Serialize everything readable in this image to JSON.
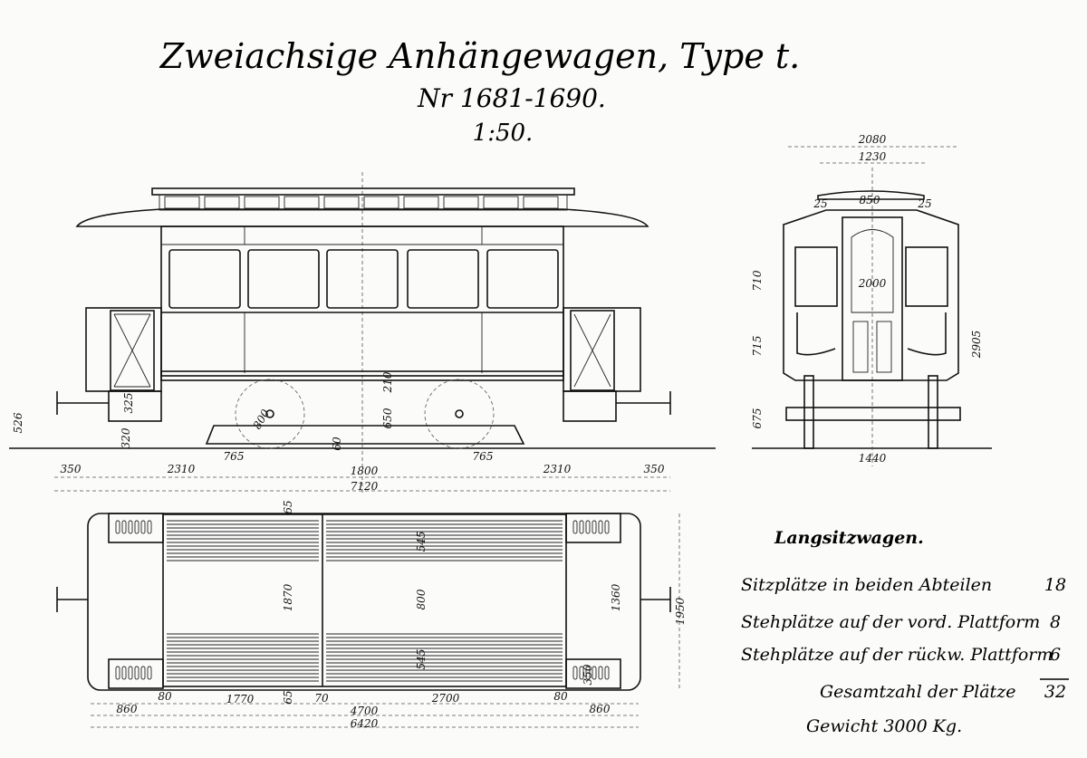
{
  "title": {
    "main": "Zweiachsige Anhängewagen, Type t.",
    "numbers": "Nr 1681-1690.",
    "scale": "1:50."
  },
  "side_view": {
    "dims": {
      "h_526": "526",
      "h_325": "325",
      "h_320": "320",
      "h_210": "210",
      "h_650": "650",
      "wheel_800": "800",
      "h_60": "60",
      "l_765": "765",
      "r_765": "765",
      "l_350": "350",
      "l_2310": "2310",
      "wheelbase_1800": "1800",
      "r_2310": "2310",
      "r_350": "350",
      "total_7120": "7120"
    }
  },
  "end_view": {
    "dims": {
      "w_2080": "2080",
      "w_1230": "1230",
      "l_25": "25",
      "w_850": "850",
      "r_25": "25",
      "door_2000": "2000",
      "h_710": "710",
      "h_715": "715",
      "h_2905": "2905",
      "h_675": "675",
      "gauge_1440": "1440"
    }
  },
  "plan_view": {
    "dims": {
      "top_65": "65",
      "seat_545_top": "545",
      "w_1870": "1870",
      "aisle_800": "800",
      "w_1360": "1360",
      "w_1950": "1950",
      "seat_545_bottom": "545",
      "step_350": "350",
      "bottom_65": "65",
      "l_80": "80",
      "l_1770": "1770",
      "mid_70": "70",
      "r_2700": "2700",
      "r_80": "80",
      "l_860": "860",
      "r_860": "860",
      "body_4700": "4700",
      "total_6420": "6420"
    }
  },
  "summary": {
    "heading": "Langsitzwagen.",
    "rows": [
      {
        "label": "Sitzplätze in beiden Abteilen",
        "value": "18"
      },
      {
        "label": "Stehplätze auf der vord. Plattform",
        "value": "8"
      },
      {
        "label": "Stehplätze auf der rückw. Plattform",
        "value": "6"
      }
    ],
    "total_label": "Gesamtzahl der Plätze",
    "total_value": "32",
    "weight": "Gewicht 3000 Kg."
  }
}
